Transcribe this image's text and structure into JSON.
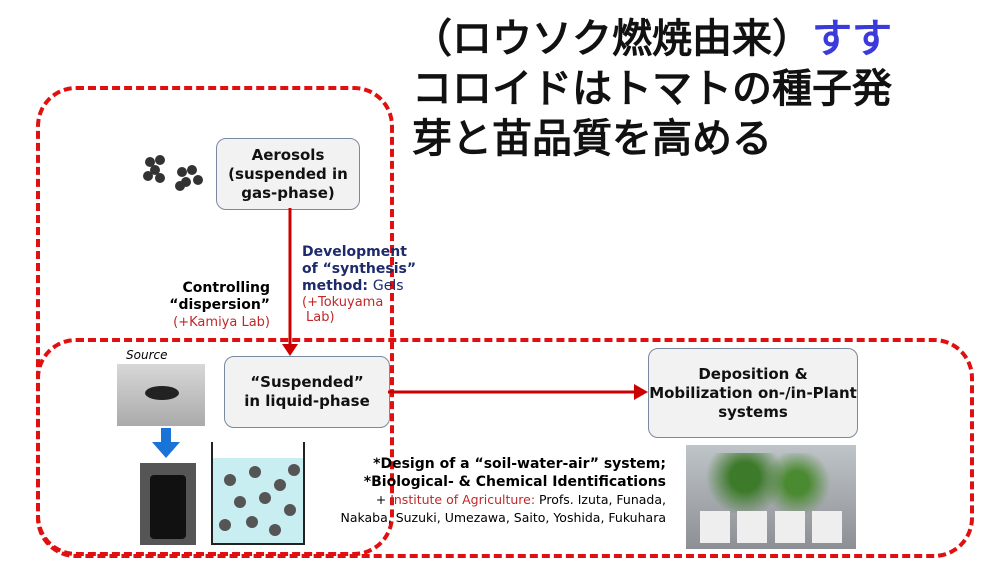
{
  "title": {
    "line1_black": "（ロウソク燃焼由来）",
    "line1_blue": "すす",
    "line2": "コロイドはトマトの種子発",
    "line3": "芽と苗品質を高める"
  },
  "aerosols": "Aerosols (suspended in gas-phase)",
  "suspended_l1": "“Suspended”",
  "suspended_l2": "in liquid-phase",
  "deposition": "Deposition & Mobilization on-/in-Plant systems",
  "controlling": {
    "l1": "Controlling",
    "l2": "“dispersion”",
    "lab": "(+Kamiya Lab)"
  },
  "development": {
    "l1": "Development",
    "l2": "of “synthesis”",
    "l3": "method:",
    "gels": "Gels",
    "lab1": "(+Tokuyama",
    "lab2": "Lab)"
  },
  "source": "Source",
  "design": {
    "l1": "*Design of a “soil-water-air” system;",
    "l2": "*Biological- & Chemical Identifications",
    "plus": "+ ",
    "inst": "Institute of Agriculture:",
    "profs": " Profs. Izuta, Funada,",
    "l4": "Nakaba, Suzuki, Umezawa, Saito, Yoshida, Fukuhara"
  },
  "colors": {
    "red": "#e01010",
    "blue": "#3b3bdc"
  }
}
